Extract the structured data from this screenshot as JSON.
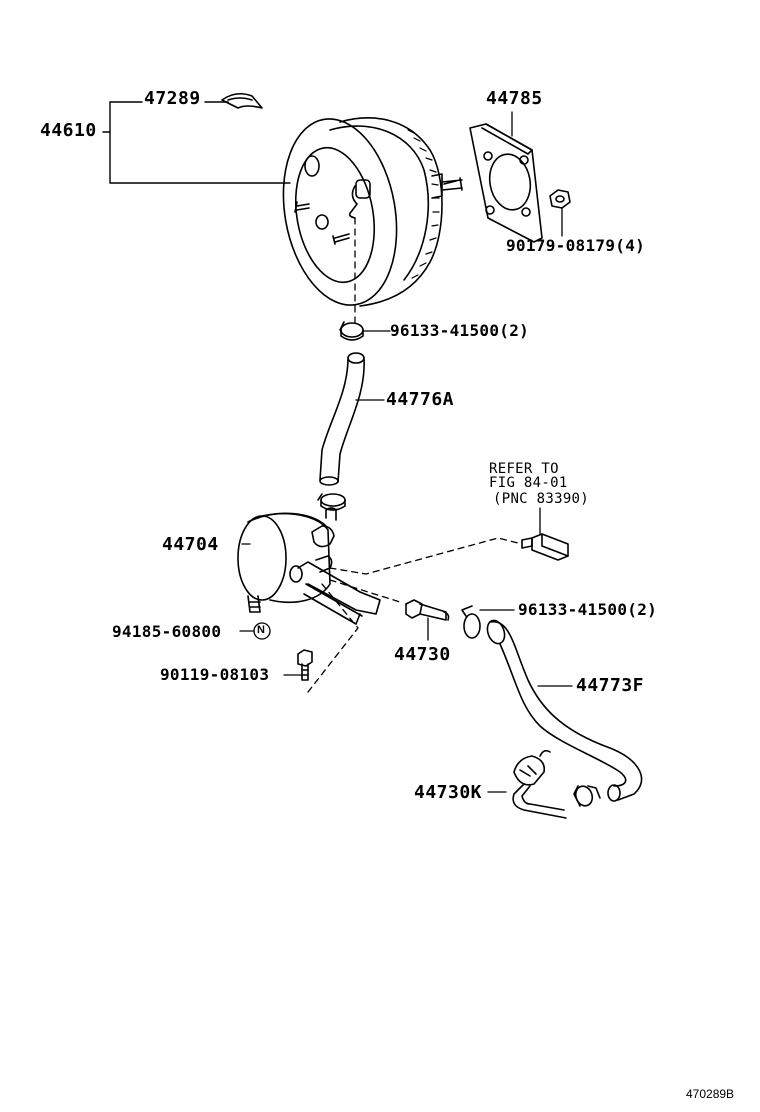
{
  "labels": {
    "p47289": "47289",
    "p44610": "44610",
    "p44785": "44785",
    "p90179": "90179-08179(4)",
    "p96133a": "96133-41500(2)",
    "p44776A": "44776A",
    "refer_line1": "REFER TO",
    "refer_line2": "FIG 84-01",
    "refer_line3": "(PNC 83390)",
    "p44704": "44704",
    "p96133b": "96133-41500(2)",
    "p94185": "94185-60800",
    "p44730": "44730",
    "p90119": "90119-08103",
    "p44773F": "44773F",
    "p44730K": "44730K",
    "n_mark": "N",
    "diagram_id": "470289B"
  }
}
